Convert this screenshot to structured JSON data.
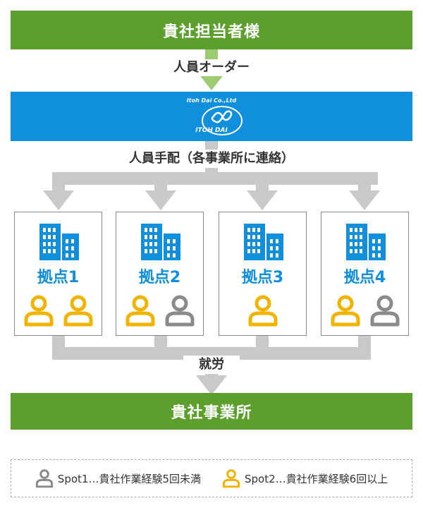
{
  "client_label": "貴社担当者様",
  "order_label": "人員オーダー",
  "company": {
    "sub": "Itoh Dai Co.,Ltd",
    "name": "ITOH DAI"
  },
  "dispatch_label": "人員手配（各事業所に連絡）",
  "sites": [
    {
      "label": "拠点1",
      "people": [
        "spot2",
        "spot2"
      ]
    },
    {
      "label": "拠点2",
      "people": [
        "spot2",
        "spot1"
      ]
    },
    {
      "label": "拠点3",
      "people": [
        "spot2"
      ]
    },
    {
      "label": "拠点4",
      "people": [
        "spot2",
        "spot1"
      ]
    }
  ],
  "work_label": "就労",
  "destination_label": "貴社事業所",
  "legend": {
    "spot1": "Spot1…貴社作業経験5回未満",
    "spot2": "Spot2…貴社作業経験6回以上"
  },
  "colors": {
    "green": "#5c9f2d",
    "blue": "#0f8fdc",
    "arrow_green": "#9ccb72",
    "gray_line": "#c9c9c9",
    "person_spot1": "#8a8a8a",
    "person_spot2": "#f0b400"
  },
  "icons": {
    "site": "building-icon",
    "person": "person-icon"
  }
}
